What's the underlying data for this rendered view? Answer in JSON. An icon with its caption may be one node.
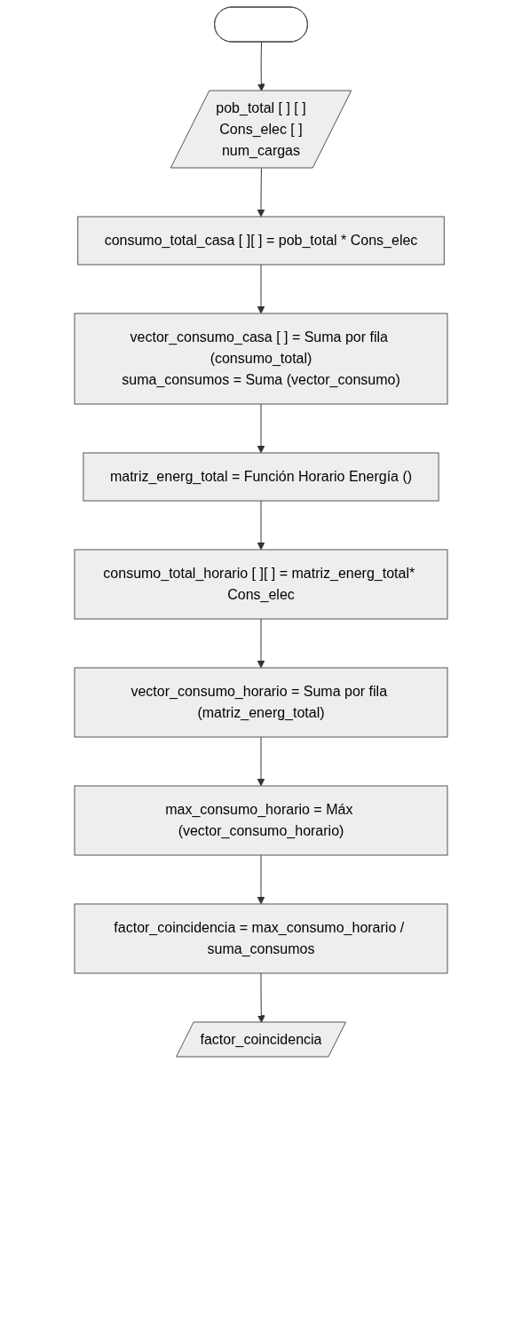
{
  "diagram": {
    "nodes": [
      {
        "text": [],
        "shape": "stadium"
      },
      {
        "text": [
          "pob_total [ ] [ ]",
          "Cons_elec [ ]",
          "num_cargas"
        ]
      },
      {
        "text": [
          "consumo_total_casa [ ][ ] = pob_total * Cons_elec"
        ]
      },
      {
        "text": [
          "vector_consumo_casa [ ] = Suma por fila (consumo_total)",
          "suma_consumos = Suma (vector_consumo)"
        ]
      },
      {
        "text": [
          "matriz_energ_total = Función Horario Energía ()"
        ]
      },
      {
        "text": [
          "consumo_total_horario [ ][ ] = matriz_energ_total* Cons_elec"
        ]
      },
      {
        "text": [
          "vector_consumo_horario = Suma por fila (matriz_energ_total)"
        ]
      },
      {
        "text": [
          "max_consumo_horario = Máx (vector_consumo_horario)"
        ]
      },
      {
        "text": [
          "factor_coincidencia = max_consumo_horario / suma_consumos"
        ]
      },
      {
        "text": [
          "factor_coincidencia"
        ]
      }
    ],
    "edges": [
      {
        "from": 0,
        "to": 1,
        "arrow": "to"
      },
      {
        "from": 1,
        "to": 2,
        "arrow": "to"
      },
      {
        "from": 2,
        "to": 3,
        "arrow": "to"
      },
      {
        "from": 3,
        "to": 4,
        "arrow": "to"
      },
      {
        "from": 4,
        "to": 5,
        "arrow": "to"
      },
      {
        "from": 5,
        "to": 6,
        "arrow": "to"
      },
      {
        "from": 6,
        "to": 7,
        "arrow": "to"
      },
      {
        "from": 7,
        "to": 8,
        "arrow": "to"
      },
      {
        "from": 8,
        "to": 9,
        "arrow": "to"
      }
    ]
  }
}
